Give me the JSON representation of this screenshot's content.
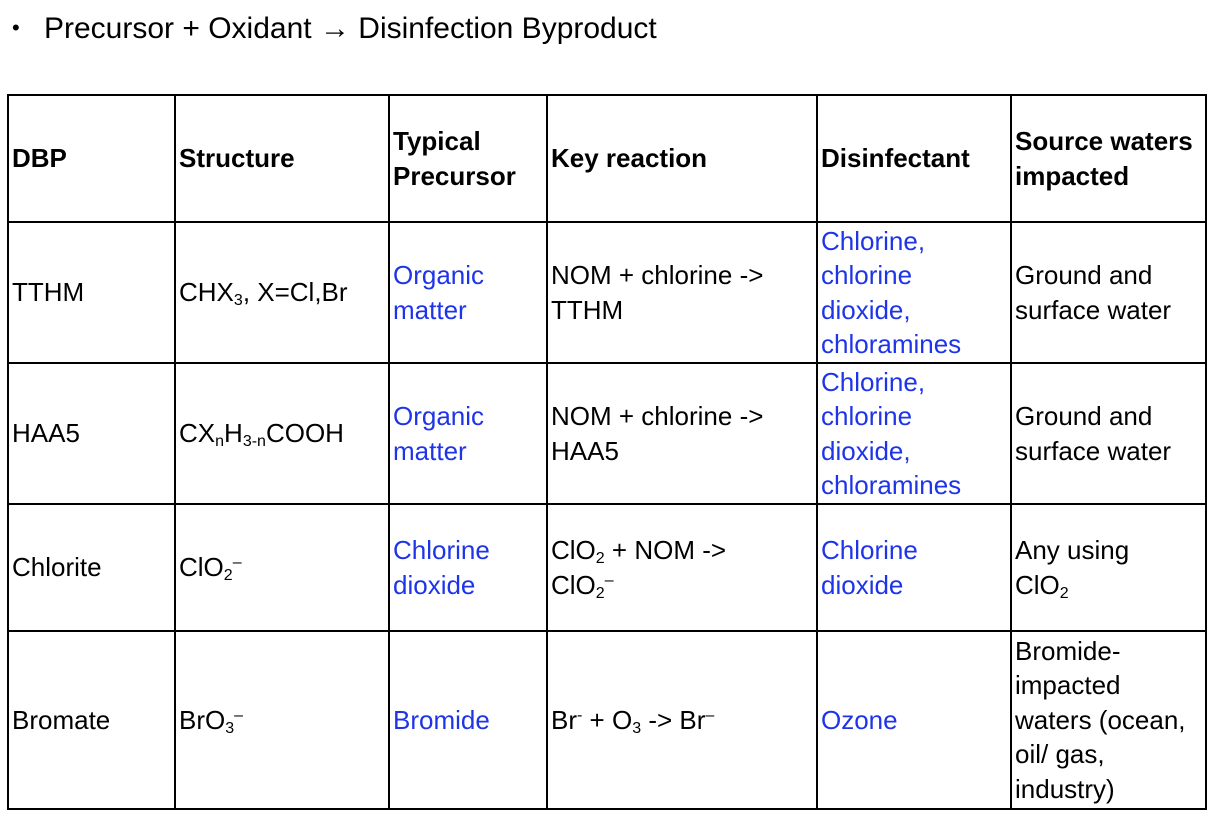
{
  "header": {
    "bullet": "•",
    "text": "Precursor + Oxidant → Disinfection Byproduct"
  },
  "table": {
    "columns": [
      "DBP",
      "Structure",
      "Typical Precursor",
      "Key reaction",
      "Disinfectant",
      "Source waters impacted"
    ],
    "rows": [
      {
        "dbp": "TTHM",
        "structure": {
          "a": "CHX",
          "b": "3",
          "c": ", X=Cl,Br"
        },
        "precursor": "Organic matter",
        "reaction": "NOM + chlorine -> TTHM",
        "disinfectant": "Chlorine, chlorine dioxide, chloramines",
        "source": "Ground and surface water"
      },
      {
        "dbp": "HAA5",
        "structure": {
          "a": "CX",
          "b": "n",
          "c": "H",
          "d": "3-n",
          "e": "COOH"
        },
        "precursor": "Organic matter",
        "reaction": "NOM + chlorine -> HAA5",
        "disinfectant": "Chlorine, chlorine dioxide, chloramines",
        "source": "Ground and surface water"
      },
      {
        "dbp": "Chlorite",
        "structure": {
          "a": "ClO",
          "b": "2",
          "c": "–"
        },
        "precursor": "Chlorine dioxide",
        "reaction": {
          "a": "ClO",
          "b": "2",
          "c": " + NOM ->",
          "d": "ClO",
          "e": "2",
          "f": "–"
        },
        "disinfectant": "Chlorine dioxide",
        "source": {
          "a": "Any using",
          "b": "ClO",
          "c": "2"
        }
      },
      {
        "dbp": "Bromate",
        "structure": {
          "a": "BrO",
          "b": "3",
          "c": "–"
        },
        "precursor": "Bromide",
        "reaction": {
          "a": "Br",
          "b": "-",
          "c": " + O",
          "d": "3",
          "e": " -> Br",
          "f": "–"
        },
        "disinfectant": "Ozone",
        "source": "Bromide-impacted waters (ocean, oil/ gas, industry)"
      }
    ]
  },
  "colors": {
    "link_blue": "#1e34e8",
    "text": "#000000",
    "border": "#000000"
  }
}
